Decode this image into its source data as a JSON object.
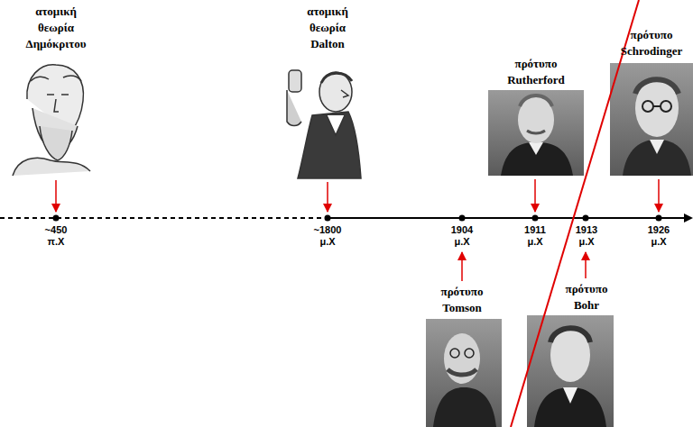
{
  "diagram": {
    "labels": [
      "ατομική θεωρία Δημόκριτου",
      "ατομική θεωρία Dalton",
      "πρότυπο Rutherford",
      "πρότυπο Schrodinger",
      "~450 π.Χ",
      "~1800 μ.Χ",
      "1904 μ.Χ",
      "1911 μ.Χ",
      "1913 μ.Χ",
      "1926 μ.Χ",
      "πρότυπο Tomson",
      "πρότυπο Bohr"
    ]
  }
}
